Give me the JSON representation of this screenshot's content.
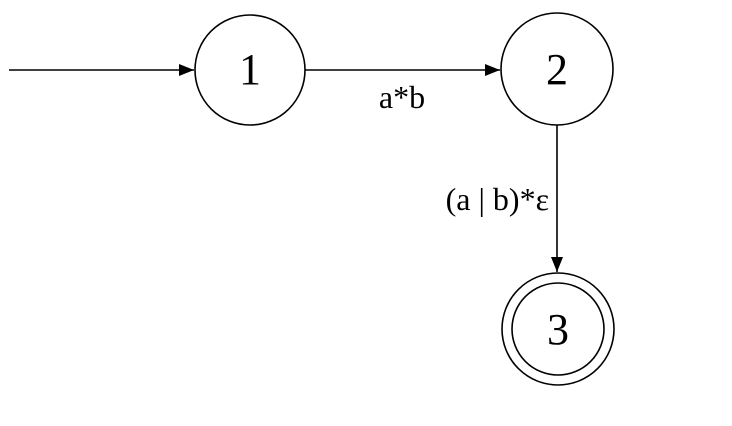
{
  "diagram": {
    "type": "finite-automaton",
    "colors": {
      "stroke": "#000000",
      "background": "#ffffff",
      "text": "#000000"
    },
    "states": [
      {
        "label": "1",
        "initial": true,
        "accepting": false
      },
      {
        "label": "2",
        "initial": false,
        "accepting": false
      },
      {
        "label": "3",
        "initial": false,
        "accepting": true
      }
    ],
    "transitions": [
      {
        "from": "start",
        "to": "1",
        "label": ""
      },
      {
        "from": "1",
        "to": "2",
        "label": "a*b"
      },
      {
        "from": "2",
        "to": "3",
        "label": "(a | b)*ε"
      }
    ]
  }
}
